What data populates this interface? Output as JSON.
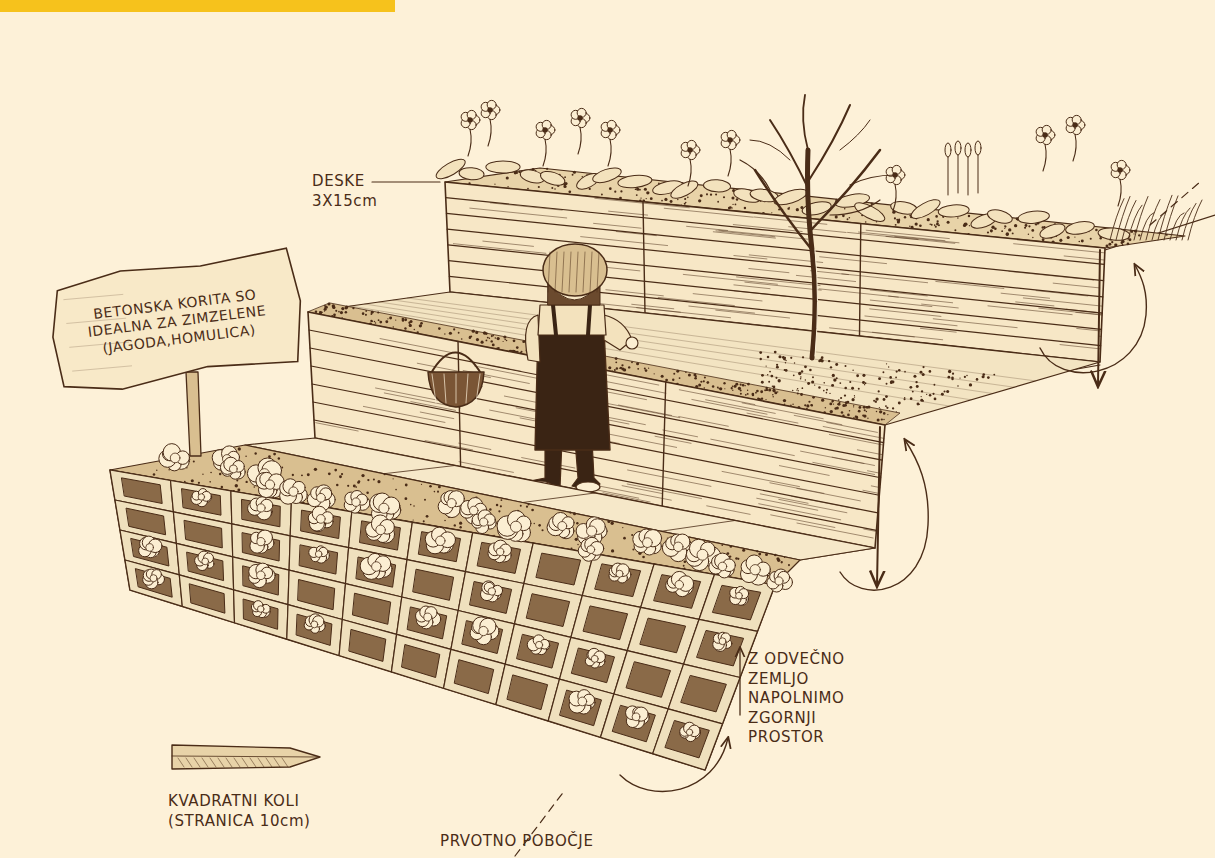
{
  "diagram": {
    "nodes": [
      {
        "text": [
          "BETONSKA KORITA SO IDEALNA ZA ZIMZELENE (JAGODA,HOMULICA)"
        ]
      }
    ],
    "labels": [
      "DESKE 3X15cm",
      "Z ODVEČNO ZEMLJO NAPOLNIMO ZGORNJI PROSTOR",
      "KVADRATNI KOLI (STRANICA 10cm)",
      "PRVOTNO POBOČJE"
    ]
  }
}
